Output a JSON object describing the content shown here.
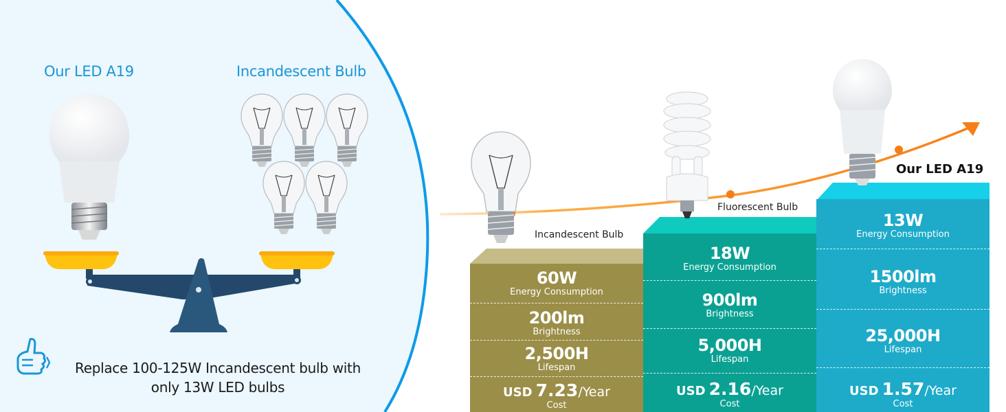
{
  "left_panel": {
    "led_heading": "Our LED A19",
    "incandescent_heading": "Incandescent Bulb",
    "tagline_line1": "Replace 100-125W Incandescent bulb with",
    "tagline_line2": "only 13W LED bulbs",
    "icons": [
      "led-bulb-icon",
      "incandescent-bulb-icon",
      "balance-scale-icon",
      "thumbs-up-icon"
    ],
    "incandescent_count": 5,
    "colors": {
      "panel_bg": "#ecf7fe",
      "arc": "#0f9ae6",
      "heading": "#1a96d6",
      "scale_pan": "#ffc20e",
      "scale_beam": "#24486b"
    }
  },
  "comparison": {
    "trend_arrow_color": "#f57f17",
    "columns": [
      {
        "name": "Incandescent Bulb",
        "color": "#9b8e48",
        "top_color": "#c5bb86",
        "metrics": [
          {
            "value": "60W",
            "label": "Energy Consumption"
          },
          {
            "value": "200lm",
            "label": "Brightness"
          },
          {
            "value": "2,500H",
            "label": "Lifespan"
          }
        ],
        "cost": {
          "currency": "USD",
          "amount": "7.23",
          "unit": "/Year",
          "label": "Cost"
        }
      },
      {
        "name": "Fluorescent Bulb",
        "color": "#0aa193",
        "top_color": "#0fcabf",
        "metrics": [
          {
            "value": "18W",
            "label": "Energy Consumption"
          },
          {
            "value": "900lm",
            "label": "Brightness"
          },
          {
            "value": "5,000H",
            "label": "Lifespan"
          }
        ],
        "cost": {
          "currency": "USD",
          "amount": "2.16",
          "unit": "/Year",
          "label": "Cost"
        }
      },
      {
        "name": "Our LED A19",
        "color": "#1dabc9",
        "top_color": "#16cfe8",
        "metrics": [
          {
            "value": "13W",
            "label": "Energy Consumption"
          },
          {
            "value": "1500lm",
            "label": "Brightness"
          },
          {
            "value": "25,000H",
            "label": "Lifespan"
          }
        ],
        "cost": {
          "currency": "USD",
          "amount": "1.57",
          "unit": "/Year",
          "label": "Cost"
        }
      }
    ]
  }
}
